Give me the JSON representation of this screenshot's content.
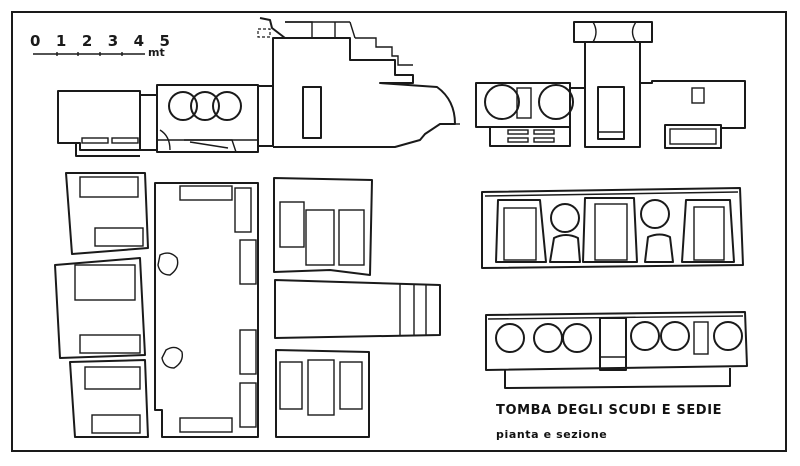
{
  "figure": {
    "title": "TOMBA DEGLI SCUDI E SEDIE",
    "subtitle": "pianta e sezione"
  },
  "scale_bar": {
    "ticks": [
      "0",
      "1",
      "2",
      "3",
      "4",
      "5"
    ],
    "unit": "mt"
  },
  "views": [
    {
      "name": "longitudinal-section",
      "label": ""
    },
    {
      "name": "cross-section",
      "label": ""
    },
    {
      "name": "plan",
      "label": ""
    },
    {
      "name": "wall-elevation-1",
      "label": ""
    },
    {
      "name": "wall-elevation-2",
      "label": ""
    }
  ]
}
